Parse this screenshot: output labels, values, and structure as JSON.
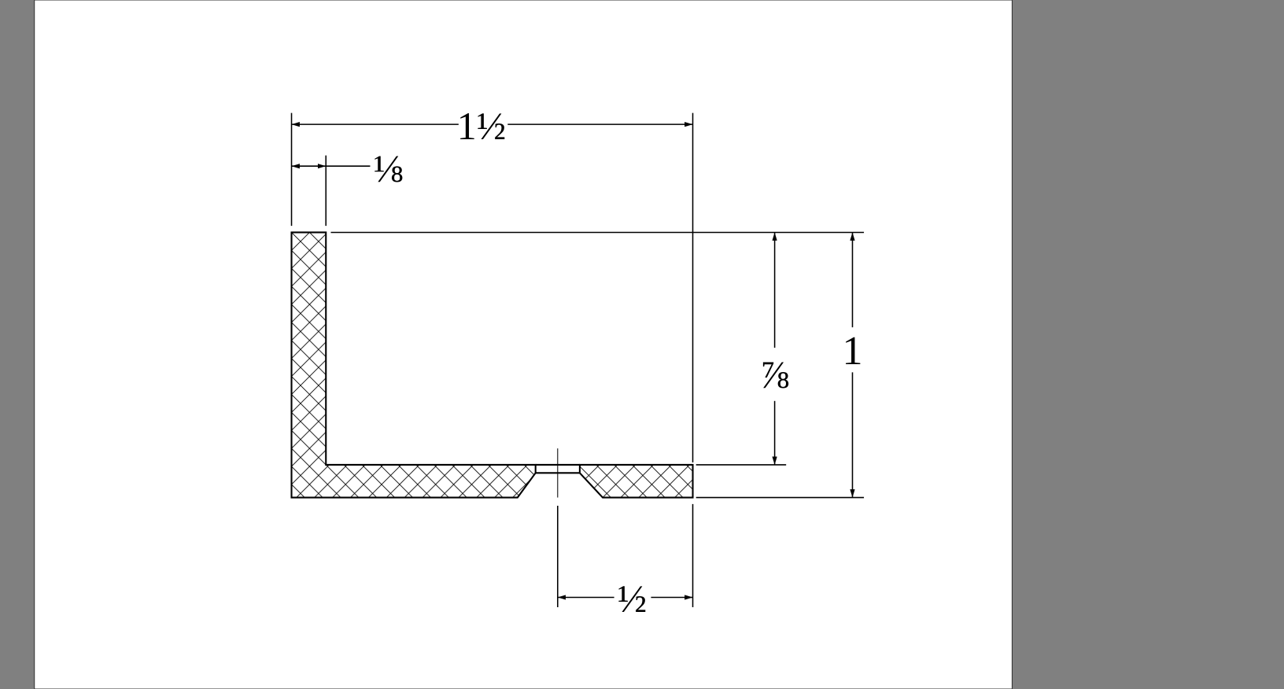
{
  "drawing": {
    "dimensions": {
      "overall_width": "1½",
      "wall_thickness": "⅛",
      "inner_height": "⅞",
      "overall_height": "1",
      "hole_offset": "½"
    }
  },
  "colors": {
    "background": "#808080",
    "page": "#ffffff",
    "ink": "#000000"
  }
}
